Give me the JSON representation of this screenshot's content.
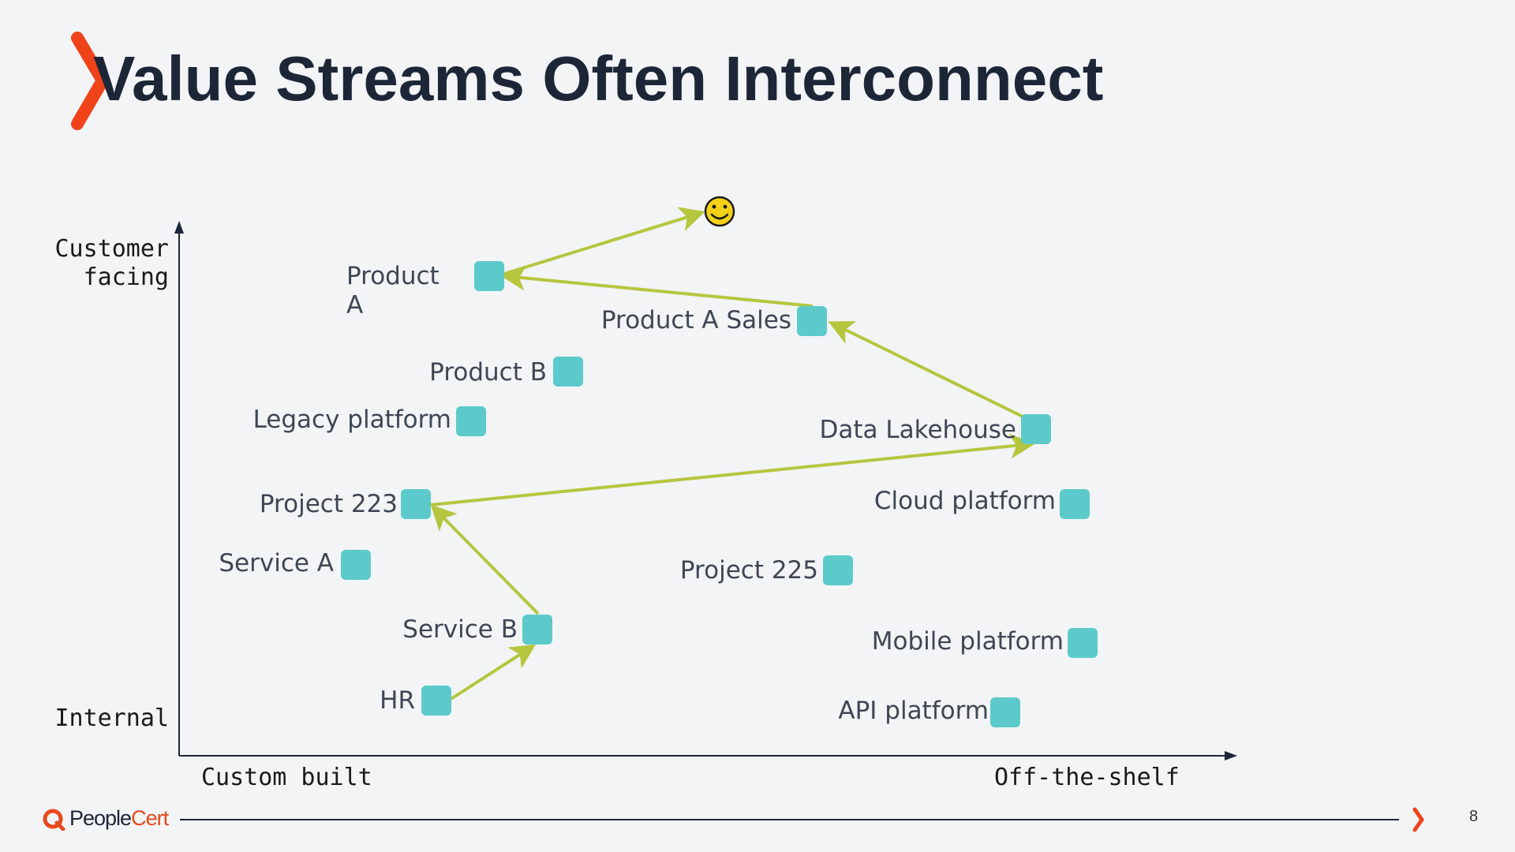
{
  "slide": {
    "title": "Value Streams Often Interconnect",
    "page_number": "8"
  },
  "brand": {
    "name_part1": "People",
    "name_part2": "Cert",
    "accent_color": "#e8491d"
  },
  "axes": {
    "y_top_label_line1": "Customer",
    "y_top_label_line2": "facing",
    "y_bottom_label": "Internal",
    "x_left_label": "Custom built",
    "x_right_label": "Off-the-shelf"
  },
  "nodes": {
    "product_a_line1": "Product",
    "product_a_line2": "A",
    "product_a_sales": "Product A Sales",
    "product_b": "Product B",
    "legacy_platform": "Legacy platform",
    "data_lakehouse": "Data Lakehouse",
    "project_223": "Project 223",
    "cloud_platform": "Cloud platform",
    "service_a": "Service A",
    "project_225": "Project 225",
    "service_b": "Service B",
    "mobile_platform": "Mobile platform",
    "hr": "HR",
    "api_platform": "API platform"
  },
  "colors": {
    "node_fill": "#5ccaca",
    "arrow": "#b5c63e",
    "smiley": "#f4d119"
  },
  "icons": {
    "goal": "smiley-face-icon",
    "title_marker": "chevron-right-icon",
    "footer_marker": "chevron-right-icon",
    "logo": "peoplecert-logo-icon"
  }
}
